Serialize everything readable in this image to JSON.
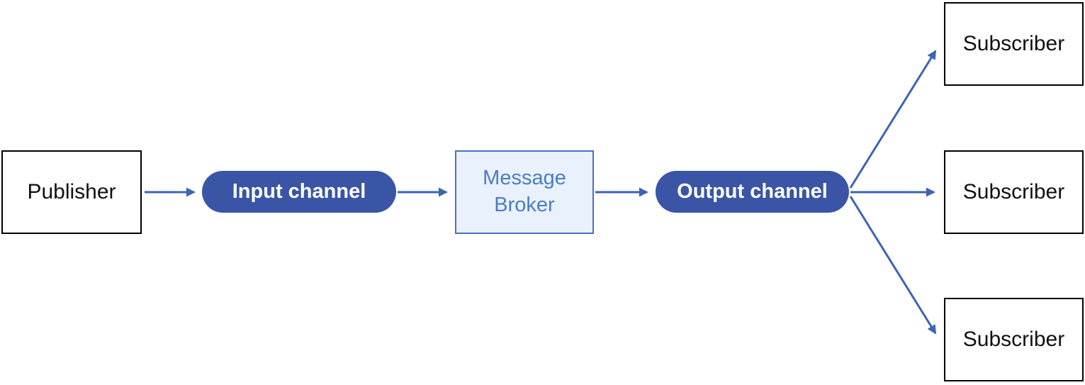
{
  "diagram": {
    "nodes": {
      "publisher": {
        "label": "Publisher"
      },
      "input_channel": {
        "label": "Input channel"
      },
      "message_broker": {
        "line1": "Message",
        "line2": "Broker"
      },
      "output_channel": {
        "label": "Output channel"
      },
      "subscribers": [
        {
          "label": "Subscriber"
        },
        {
          "label": "Subscriber"
        },
        {
          "label": "Subscriber"
        }
      ]
    },
    "colors": {
      "pill_fill": "#3A55A5",
      "pill_text": "#FFFFFF",
      "arrow": "#3C63B8",
      "broker_fill": "#E9F1FC",
      "broker_border": "#4472C4",
      "broker_text": "#4A7EC2",
      "box_border": "#000000",
      "box_text": "#111111"
    }
  }
}
